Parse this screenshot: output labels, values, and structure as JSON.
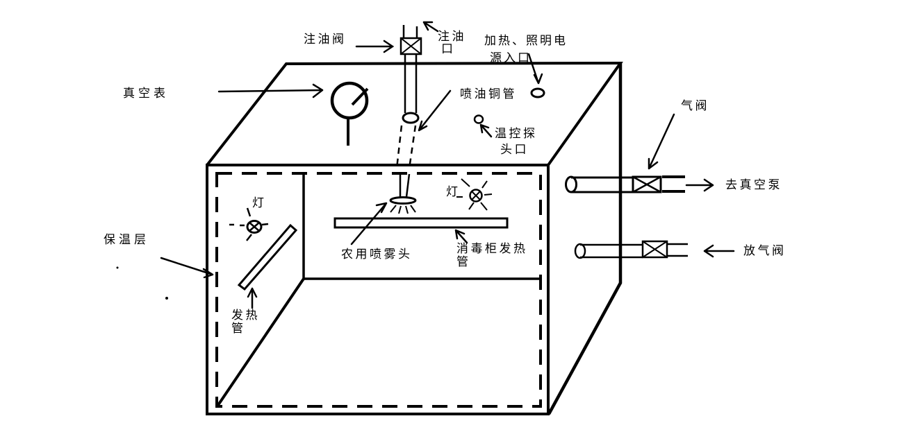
{
  "labels": {
    "oil_valve": "注油阀",
    "oil_port_l1": "注油",
    "oil_port_l2": "口",
    "power_inlet_l1": "加热、照明电",
    "power_inlet_l2": "源入口",
    "vacuum_gauge": "真空表",
    "oil_copper_pipe": "喷油铜管",
    "temp_probe_l1": "温控探",
    "temp_probe_l2": "头口",
    "gas_valve": "气阀",
    "to_vacuum_pump": "去真空泵",
    "air_release_valve": "放气阀",
    "insulation_layer": "保温层",
    "lamp_left": "灯",
    "lamp_right": "灯",
    "agri_spray_head": "农用喷雾头",
    "cabinet_heater_l1": "消毒柜发热",
    "cabinet_heater_l2": "管",
    "wall_heater_l1": "发热",
    "wall_heater_l2": "管"
  },
  "colors": {
    "ink": "#000000",
    "background": "#ffffff"
  }
}
